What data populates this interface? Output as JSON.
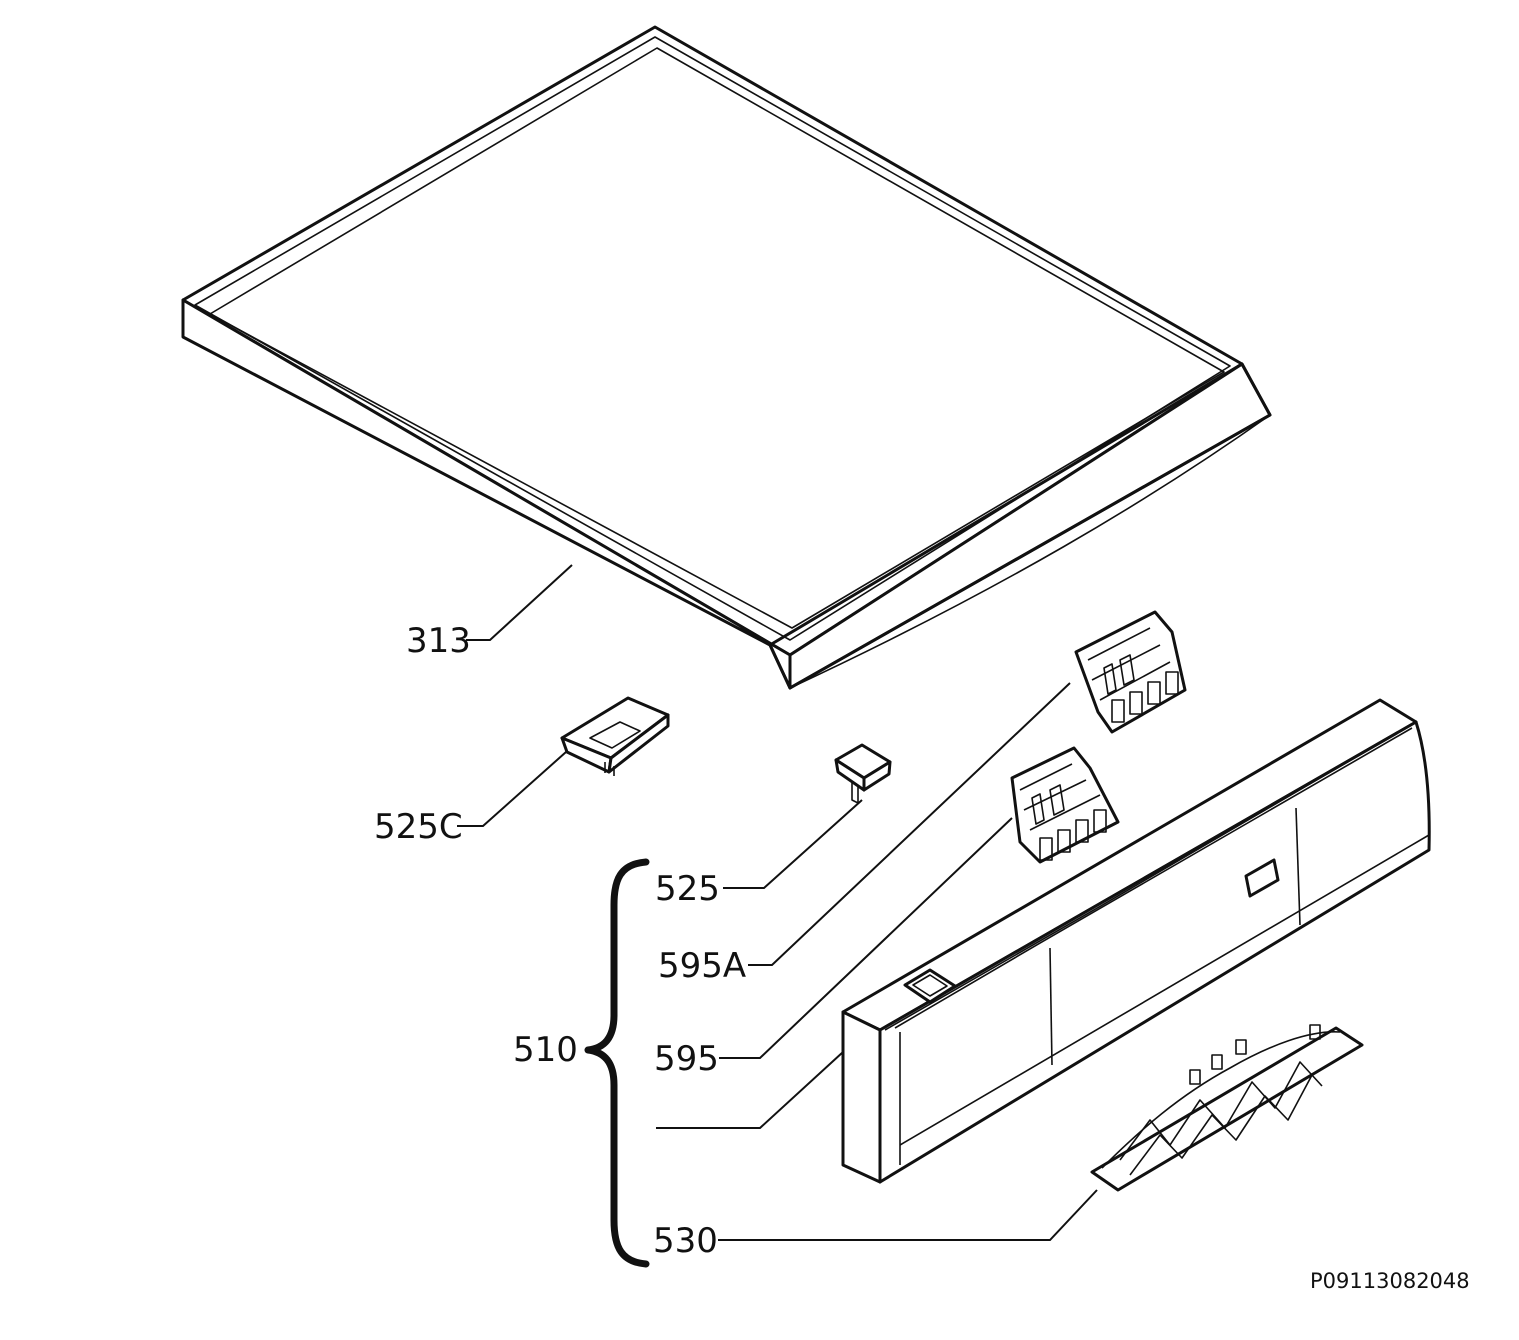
{
  "diagram": {
    "drawing_code": "P09113082048",
    "group_label": "510",
    "parts": [
      {
        "id": "313",
        "label": "313"
      },
      {
        "id": "525C",
        "label": "525C"
      },
      {
        "id": "525",
        "label": "525"
      },
      {
        "id": "595A",
        "label": "595A"
      },
      {
        "id": "595",
        "label": "595"
      },
      {
        "id": "530",
        "label": "530"
      }
    ]
  }
}
